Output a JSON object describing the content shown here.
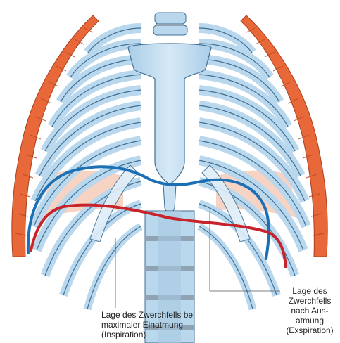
{
  "figure": {
    "inspiration_label": {
      "line1": "Lage des Zwerchfells bei",
      "line2": "maximaler Einatmung",
      "line3": "(Inspiration)"
    },
    "expiration_label": {
      "line1": "Lage des",
      "line2": "Zwerchfells",
      "line3": "nach Aus-",
      "line4": "atmung",
      "line5": "(Exspiration)"
    }
  },
  "colors": {
    "bone": "#b9d8ee",
    "bone_outline": "#3f6f93",
    "muscle": "#e8683a",
    "lung_tint": "#f6cbb8",
    "inspiration_line": "#1a6fb5",
    "expiration_line": "#c8232b",
    "vertebra_band": "#8fa3b3"
  }
}
